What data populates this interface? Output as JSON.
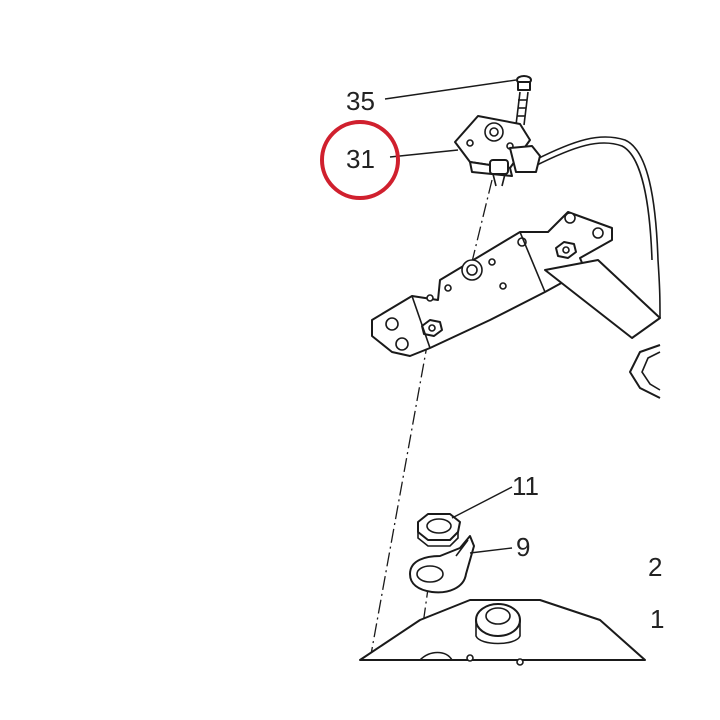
{
  "callouts": {
    "c35": "35",
    "c31": "31",
    "c11": "11",
    "c9": "9",
    "c2": "2",
    "c1": "1"
  },
  "colors": {
    "line": "#1a1a1a",
    "highlight_circle": "#d0202e",
    "background": "#ffffff"
  }
}
